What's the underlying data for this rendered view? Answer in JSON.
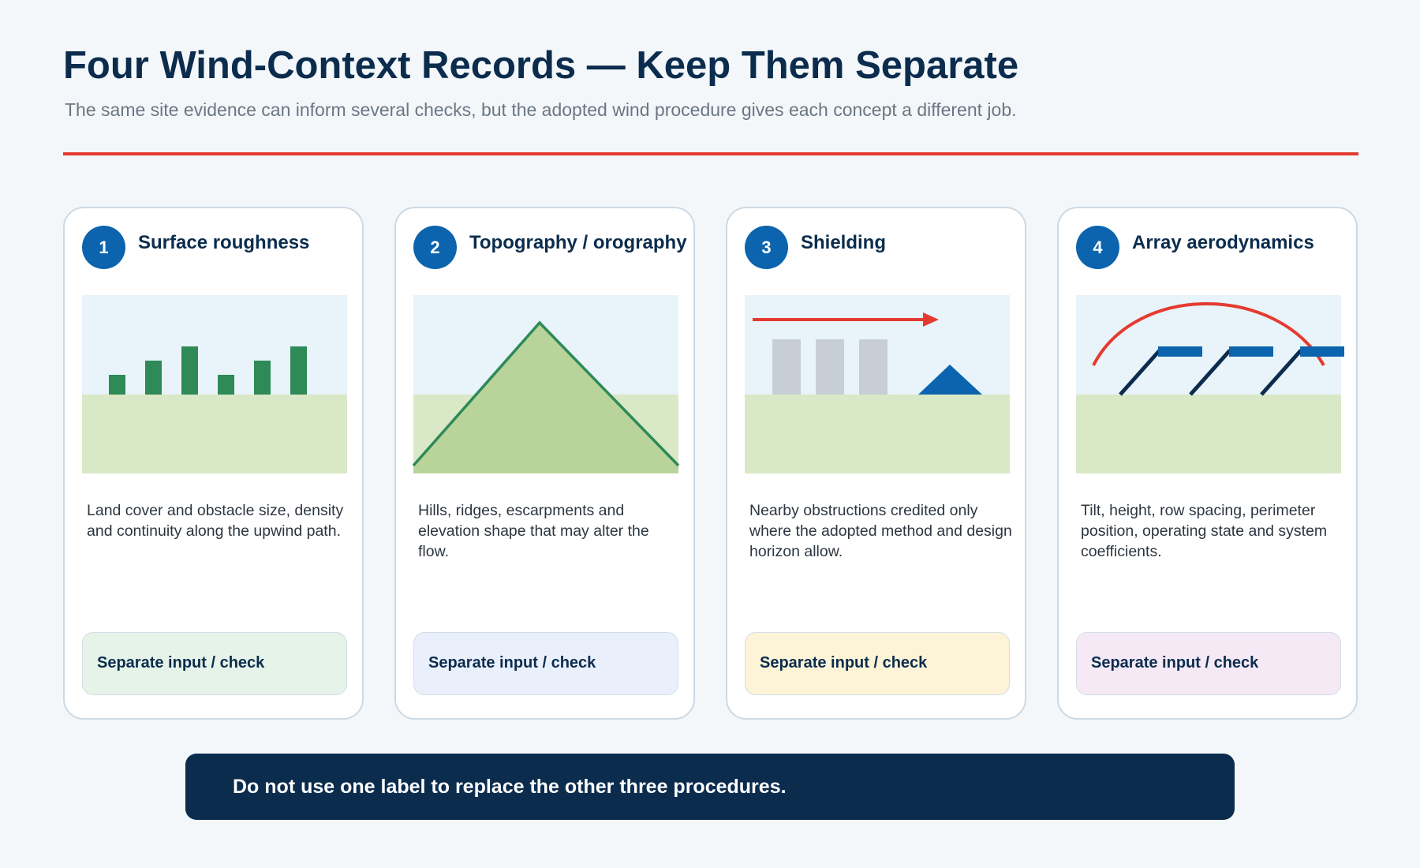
{
  "header": {
    "title": "Four Wind-Context Records — Keep Them Separate",
    "subtitle": "The same site evidence can inform several checks, but the adopted wind procedure gives each concept a different job."
  },
  "colors": {
    "accent_rule": "#e53a30",
    "badge": "#0b64ad",
    "title": "#0b2c4d",
    "banner": "#0b2c4d"
  },
  "cards": [
    {
      "number": "1",
      "title": "Surface roughness",
      "description": "Land cover and obstacle size, density and continuity along the upwind path.",
      "tag": "Separate input / check",
      "tag_color": "#e6f3e8",
      "icon": "roughness-bars-illustration"
    },
    {
      "number": "2",
      "title": "Topography / orography",
      "description": "Hills, ridges, escarpments and elevation shape that may alter the flow.",
      "tag": "Separate input / check",
      "tag_color": "#eaeffc",
      "icon": "hill-illustration"
    },
    {
      "number": "3",
      "title": "Shielding",
      "description": "Nearby obstructions credited only where the adopted method and design horizon allow.",
      "tag": "Separate input / check",
      "tag_color": "#fdf4d8",
      "icon": "shielding-illustration"
    },
    {
      "number": "4",
      "title": "Array aerodynamics",
      "description": "Tilt, height, row spacing, perimeter position, operating state and system coefficients.",
      "tag": "Separate input / check",
      "tag_color": "#f5e9f6",
      "icon": "solar-array-illustration"
    }
  ],
  "banner": {
    "text": "Do not use one label to replace the other three procedures."
  }
}
